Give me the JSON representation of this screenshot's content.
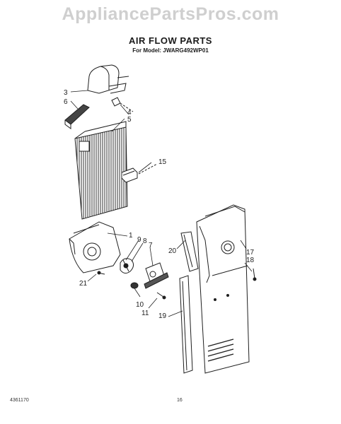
{
  "watermark": "AppliancePartsPros.com",
  "title": "AIR FLOW PARTS",
  "subtitle": "For Model: JWARG492WP01",
  "callouts": [
    {
      "id": "3"
    },
    {
      "id": "6"
    },
    {
      "id": "4"
    },
    {
      "id": "5"
    },
    {
      "id": "15"
    },
    {
      "id": "1"
    },
    {
      "id": "9"
    },
    {
      "id": "8"
    },
    {
      "id": "7"
    },
    {
      "id": "20"
    },
    {
      "id": "17"
    },
    {
      "id": "18"
    },
    {
      "id": "21"
    },
    {
      "id": "10"
    },
    {
      "id": "11"
    },
    {
      "id": "19"
    }
  ],
  "footer": {
    "doc_number": "4361170",
    "page": "16"
  },
  "colors": {
    "line": "#1f1f1f",
    "watermark": "#cfcfcf"
  }
}
